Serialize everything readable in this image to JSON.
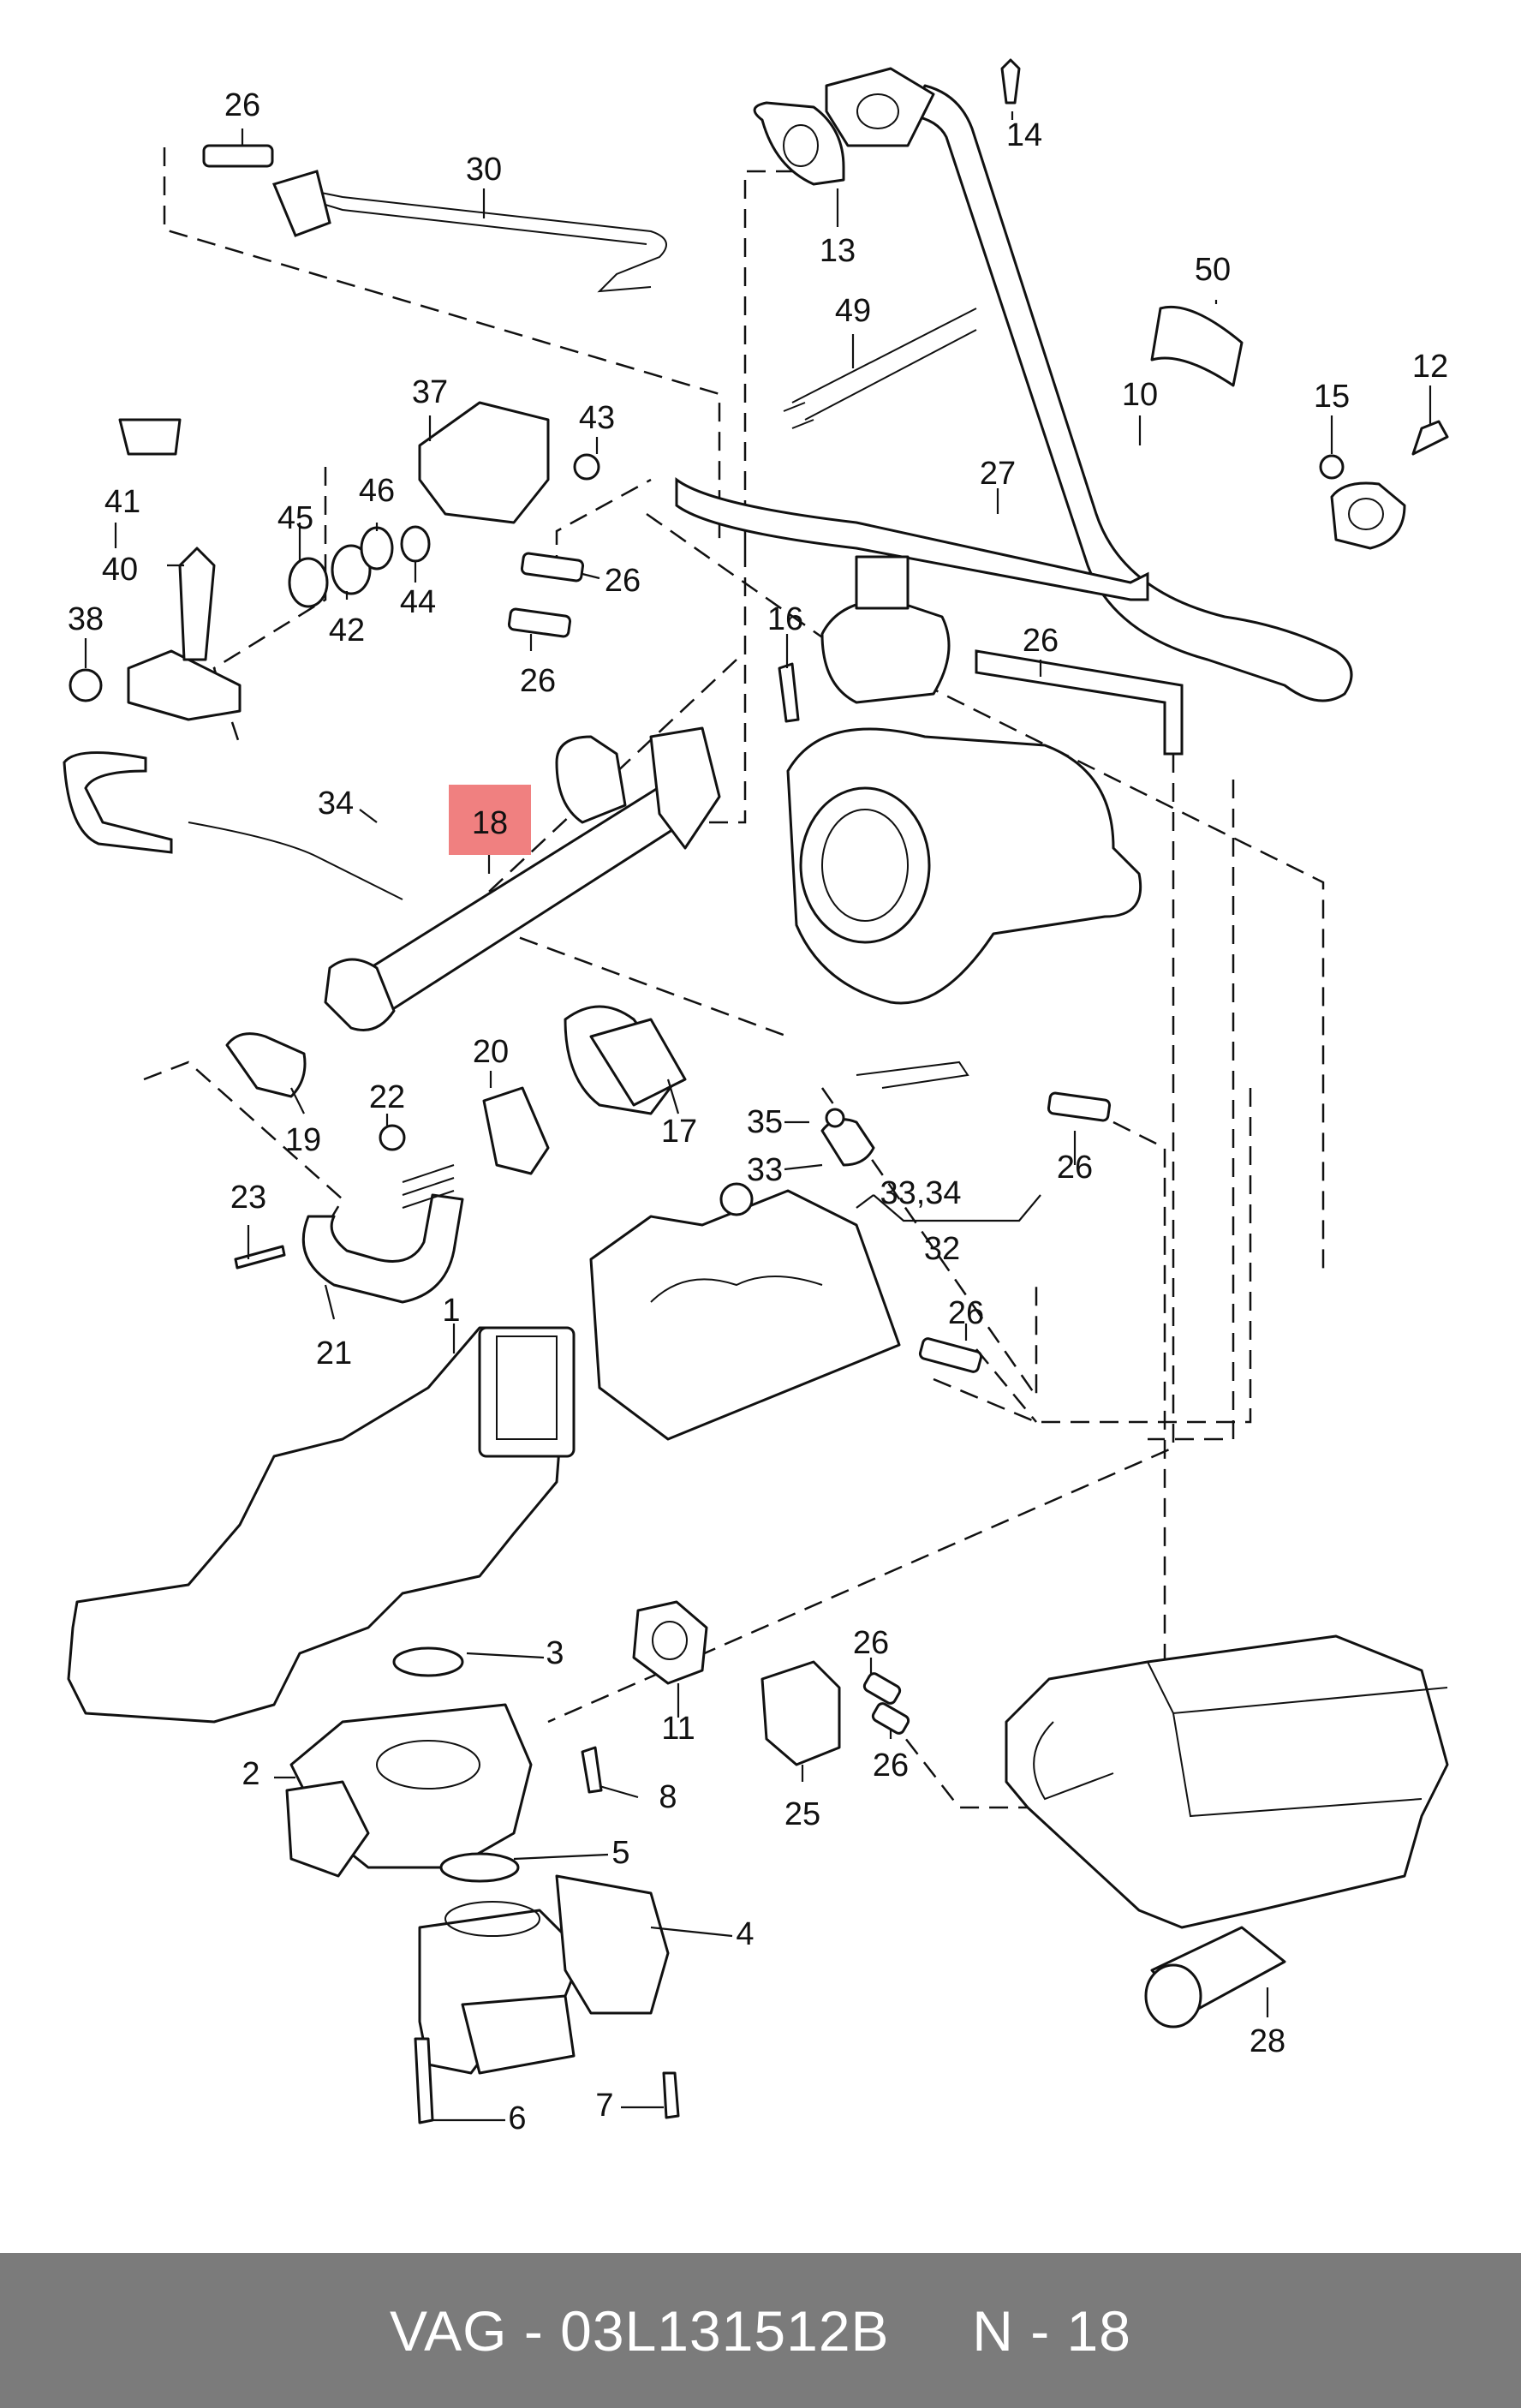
{
  "diagram": {
    "callouts": {
      "c1": "1",
      "c2": "2",
      "c3": "3",
      "c4": "4",
      "c5": "5",
      "c6": "6",
      "c7": "7",
      "c8": "8",
      "c10": "10",
      "c11": "11",
      "c12": "12",
      "c13": "13",
      "c14": "14",
      "c15": "15",
      "c16": "16",
      "c17": "17",
      "c18": "18",
      "c19": "19",
      "c20": "20",
      "c21": "21",
      "c22": "22",
      "c23": "23",
      "c25": "25",
      "c26a": "26",
      "c26b": "26",
      "c26c": "26",
      "c26d": "26",
      "c26e": "26",
      "c26f": "26",
      "c26g": "26",
      "c26h": "26",
      "c27": "27",
      "c28": "28",
      "c30": "30",
      "c32": "32",
      "c3334": "33,34",
      "c33": "33",
      "c34": "34",
      "c35": "35",
      "c37": "37",
      "c38": "38",
      "c40": "40",
      "c41": "41",
      "c42": "42",
      "c43": "43",
      "c44": "44",
      "c45": "45",
      "c46": "46",
      "c49": "49",
      "c50": "50"
    },
    "highlight_color": "#f08080"
  },
  "footer": {
    "text": "VAG - 03L131512B     N - 18",
    "background": "#7b7b7b",
    "color": "#ffffff"
  }
}
